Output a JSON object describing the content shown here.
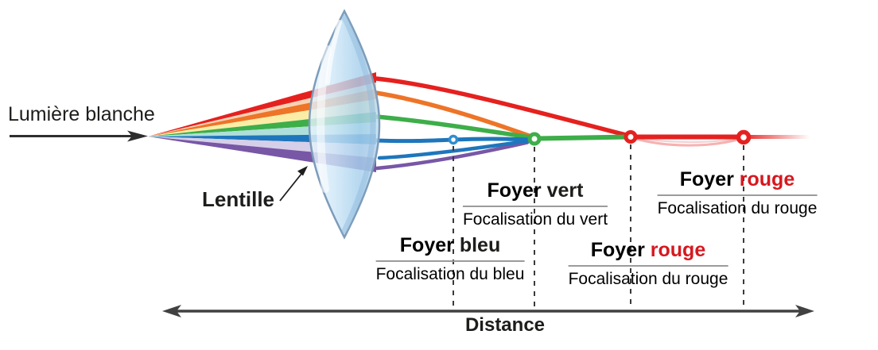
{
  "diagram": {
    "white_light_label": "Lumière blanche",
    "lens_label": "Lentille",
    "distance_label": "Distance",
    "focal_points": [
      {
        "key": "bleu",
        "word1": "Foyer",
        "word2": "bleu",
        "word2_color": "#1d1d1b",
        "subtitle": "Focalisation du bleu"
      },
      {
        "key": "vert",
        "word1": "Foyer",
        "word2": "vert",
        "word2_color": "#1d1d1b",
        "subtitle": "Focalisation du vert"
      },
      {
        "key": "rouge-near",
        "word1": "Foyer",
        "word2": "rouge",
        "word2_color": "#d6181f",
        "subtitle": "Focalisation du rouge"
      },
      {
        "key": "rouge-far",
        "word1": "Foyer",
        "word2": "rouge",
        "word2_color": "#d6181f",
        "subtitle": "Focalisation du rouge"
      }
    ],
    "ray_colors": {
      "red": "#e5211f",
      "orange": "#ee7428",
      "green": "#3dae49",
      "blue": "#1e76bc",
      "violet": "#7857a6"
    },
    "accent_text_red": "#d6181f",
    "lens_fill": "#c3ddf2",
    "icon_names": [
      "white-light-arrow-icon",
      "lens-pointer-arrow-icon",
      "distance-double-arrow-icon"
    ]
  }
}
